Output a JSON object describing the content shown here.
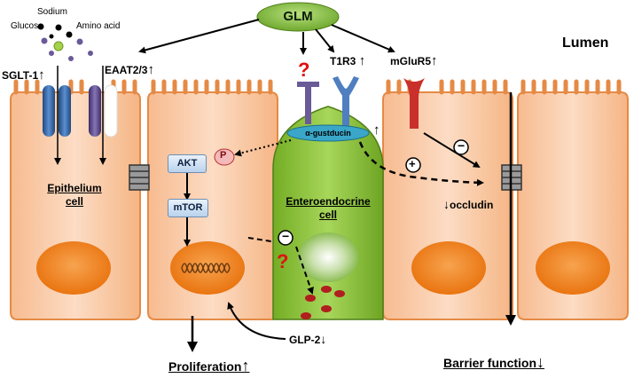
{
  "top": {
    "glm": "GLM",
    "sodium": "Sodium",
    "glucose": "Glucose",
    "amino_acid": "Amino acid",
    "lumen": "Lumen"
  },
  "transporters": {
    "sglt": "SGLT-1",
    "sglt_arrow": "↑",
    "eaat": "EAAT2/3",
    "eaat_arrow": "↑"
  },
  "receptors": {
    "t1r3": "T1R3",
    "t1r3_arrow": "↑",
    "mglur5": "mGluR5",
    "mglur5_arrow": "↑",
    "gustducin": "α-gustducin",
    "gustducin_arrow": "↑",
    "unknown": "?"
  },
  "signaling": {
    "akt": "AKT",
    "p": "P",
    "mtor": "mTOR",
    "minus_sign": "−",
    "plus_sign": "+",
    "occludin": "occludin",
    "occludin_arrow": "↓",
    "glp2": "GLP-2",
    "glp2_arrow": "↓",
    "unknown2": "?"
  },
  "cells": {
    "epithelium_line1": "Epithelium",
    "epithelium_line2": "cell",
    "entero_line1": "Enteroendocrine",
    "entero_line2": "cell"
  },
  "outcomes": {
    "proliferation": "Proliferation",
    "proliferation_arrow": "↑",
    "barrier": "Barrier function",
    "barrier_arrow": "↓"
  },
  "colors": {
    "cell_fill": "#f9c9a4",
    "cell_stroke": "#e58a45",
    "nucleus": "#f07f12",
    "entero_fill": "#8fc43a",
    "glm_fill": "#7cc040",
    "transporter_blue": "#2e5f9c",
    "transporter_purple": "#5e4b8c",
    "receptor_red": "#c9302c",
    "receptor_blue": "#4f7fc0",
    "receptor_purple": "#6a5a98"
  }
}
